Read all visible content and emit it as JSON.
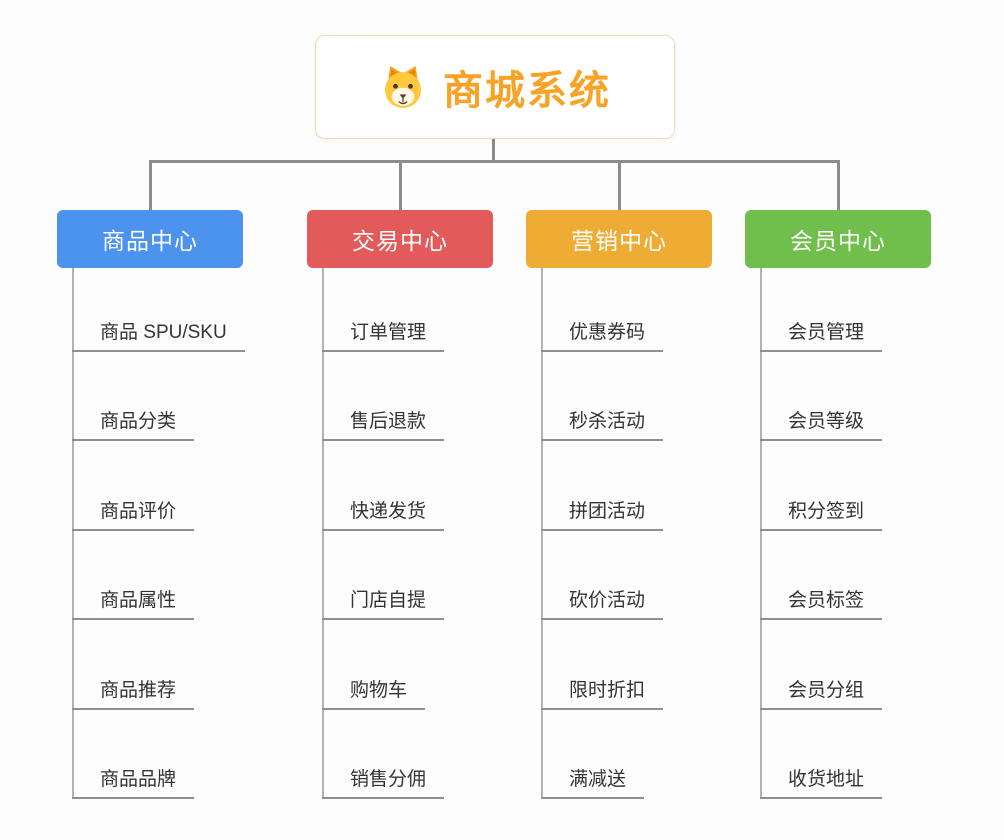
{
  "root": {
    "title": "商城系统",
    "icon": "dog-face-icon"
  },
  "branches": [
    {
      "label": "商品中心",
      "color": "#4B93EC",
      "items": [
        "商品 SPU/SKU",
        "商品分类",
        "商品评价",
        "商品属性",
        "商品推荐",
        "商品品牌"
      ]
    },
    {
      "label": "交易中心",
      "color": "#E35A5A",
      "items": [
        "订单管理",
        "售后退款",
        "快递发货",
        "门店自提",
        "购物车",
        "销售分佣"
      ]
    },
    {
      "label": "营销中心",
      "color": "#EFAC34",
      "items": [
        "优惠券码",
        "秒杀活动",
        "拼团活动",
        "砍价活动",
        "限时折扣",
        "满减送"
      ]
    },
    {
      "label": "会员中心",
      "color": "#70BE4B",
      "items": [
        "会员管理",
        "会员等级",
        "积分签到",
        "会员标签",
        "会员分组",
        "收货地址"
      ]
    }
  ],
  "colors": {
    "root_title": "#F9A326",
    "root_border": "#F2DCB2",
    "connector": "#8C8C8C",
    "leaf_underline": "#8F8F8F",
    "leaf_text": "#333333",
    "background": "#FDFDFD"
  }
}
